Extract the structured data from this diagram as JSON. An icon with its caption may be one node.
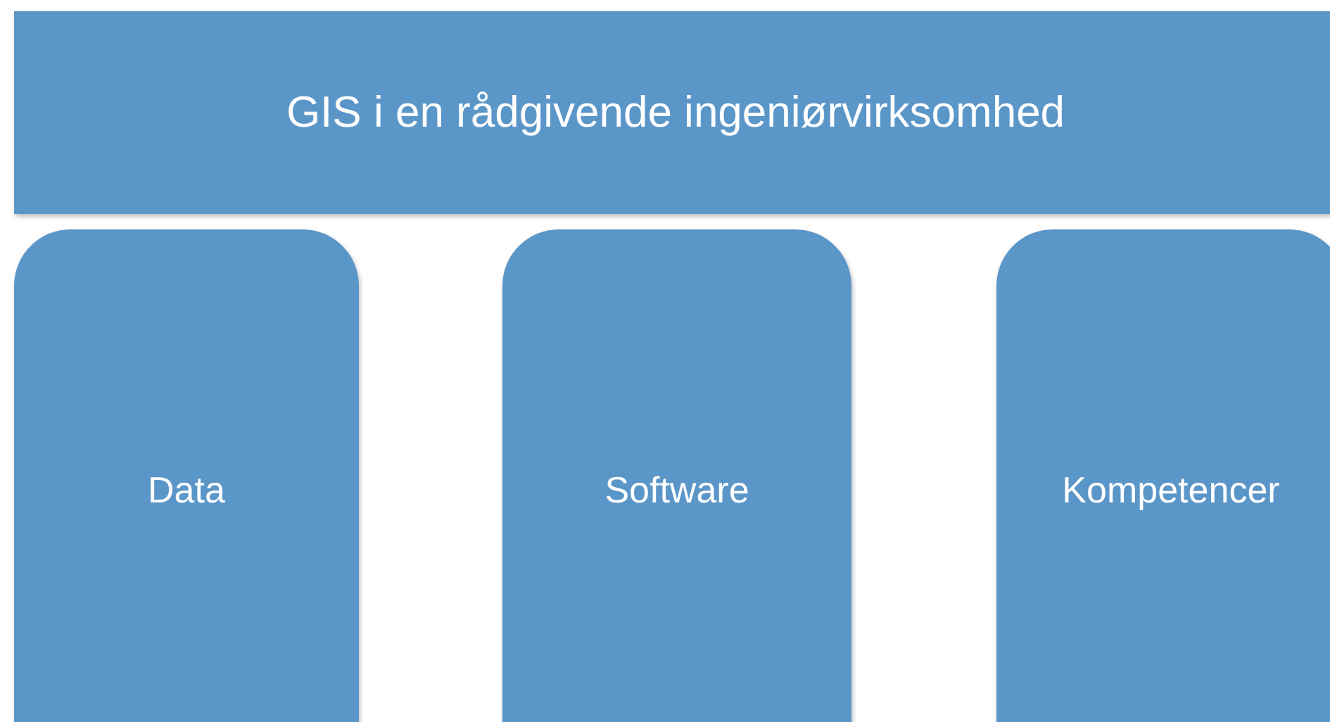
{
  "diagram": {
    "nodes": [
      {
        "text": [
          "GIS i en rådgivende ingeniørvirksomhed"
        ]
      },
      {
        "text": [
          "Data"
        ]
      },
      {
        "text": [
          "Software"
        ]
      },
      {
        "text": [
          "Kompetencer"
        ]
      }
    ]
  }
}
